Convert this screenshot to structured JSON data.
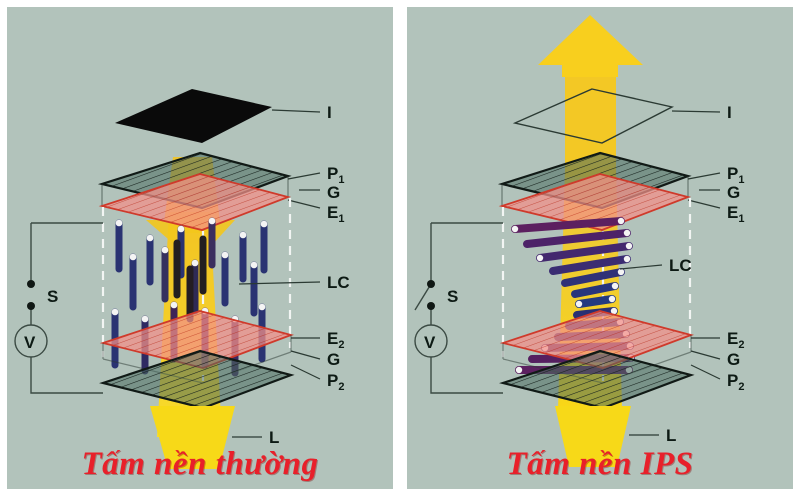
{
  "figure": {
    "background_color": "#b2c3bb",
    "panels": [
      {
        "id": "normal-panel",
        "caption": "Tấm nền thường",
        "caption_color": "#e8202a",
        "state": "voltage-off-light-blocked",
        "light_output": "blocked",
        "top_aperture_fill": "#0a0a0a",
        "labels": {
          "i": "I",
          "p1": "P",
          "p1_sub": "1",
          "g_top": "G",
          "e1": "E",
          "e1_sub": "1",
          "lc": "LC",
          "e2": "E",
          "e2_sub": "2",
          "g_bottom": "G",
          "p2": "P",
          "p2_sub": "2",
          "l": "L",
          "switch": "S",
          "voltmeter": "V"
        },
        "lc_arrangement": "vertical-aligned-rods",
        "lc_rod_color": "#2a3372",
        "lc_rod_tip_color": "#f2f2f2",
        "plate_polarizer_color": "#44665c",
        "plate_electrode_color": "#f08a80",
        "light_beam_color": "#f5d21e"
      },
      {
        "id": "ips-panel",
        "caption": "Tấm nền IPS",
        "caption_color": "#e8202a",
        "state": "voltage-off-light-passes",
        "light_output": "passes",
        "top_aperture_fill": "none",
        "labels": {
          "i": "I",
          "p1": "P",
          "p1_sub": "1",
          "g_top": "G",
          "e1": "E",
          "e1_sub": "1",
          "lc": "LC",
          "e2": "E",
          "e2_sub": "2",
          "g_bottom": "G",
          "p2": "P",
          "p2_sub": "2",
          "l": "L",
          "switch": "S",
          "voltmeter": "V"
        },
        "lc_arrangement": "twisted-helix-rods",
        "lc_rod_color": "#5c2060",
        "lc_rod_tip_color": "#f2f2f2",
        "plate_polarizer_color": "#44665c",
        "plate_electrode_color": "#f08a80",
        "light_beam_color": "#f5d21e"
      }
    ]
  }
}
